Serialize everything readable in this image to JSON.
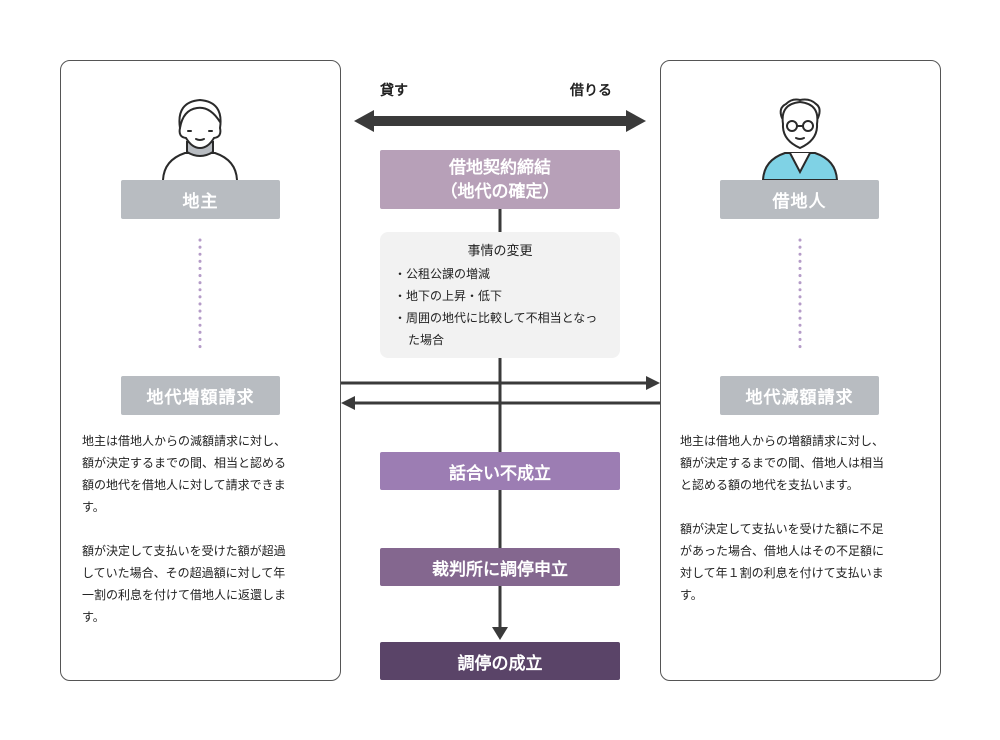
{
  "top": {
    "lend_label": "貸す",
    "borrow_label": "借りる"
  },
  "landlord": {
    "role_label": "地主",
    "request_label": "地代増額請求",
    "description": "地主は借地人からの減額請求に対し、\n額が決定するまでの間、相当と認める\n額の地代を借地人に対して請求できま\nす。\n\n額が決定して支払いを受けた額が超過\nしていた場合、その超過額に対して年\n一割の利息を付けて借地人に返還しま\nす。"
  },
  "tenant": {
    "role_label": "借地人",
    "request_label": "地代減額請求",
    "description": "地主は借地人からの増額請求に対し、\n額が決定するまでの間、借地人は相当\nと認める額の地代を支払います。\n\n額が決定して支払いを受けた額に不足\nがあった場合、借地人はその不足額に\n対して年１割の利息を付けて支払いま\nす。"
  },
  "flow": {
    "contract_line1": "借地契約締結",
    "contract_line2": "（地代の確定）",
    "change": {
      "title": "事情の変更",
      "items": [
        "・公租公課の増減",
        "・地下の上昇・低下",
        "・周囲の地代に比較して不相当となった場合"
      ]
    },
    "negotiation_failed": "話合い不成立",
    "mediation": "裁判所に調停申立",
    "mediation_success": "調停の成立"
  },
  "colors": {
    "contract": "#b7a0b8",
    "negotiation": "#9c7db3",
    "mediation": "#84678f",
    "success": "#5a4468",
    "gray_label": "#b8bcc1",
    "dots": "#b59cc8",
    "arrow": "#3a3a3a",
    "vest": "#7fd2e5"
  }
}
